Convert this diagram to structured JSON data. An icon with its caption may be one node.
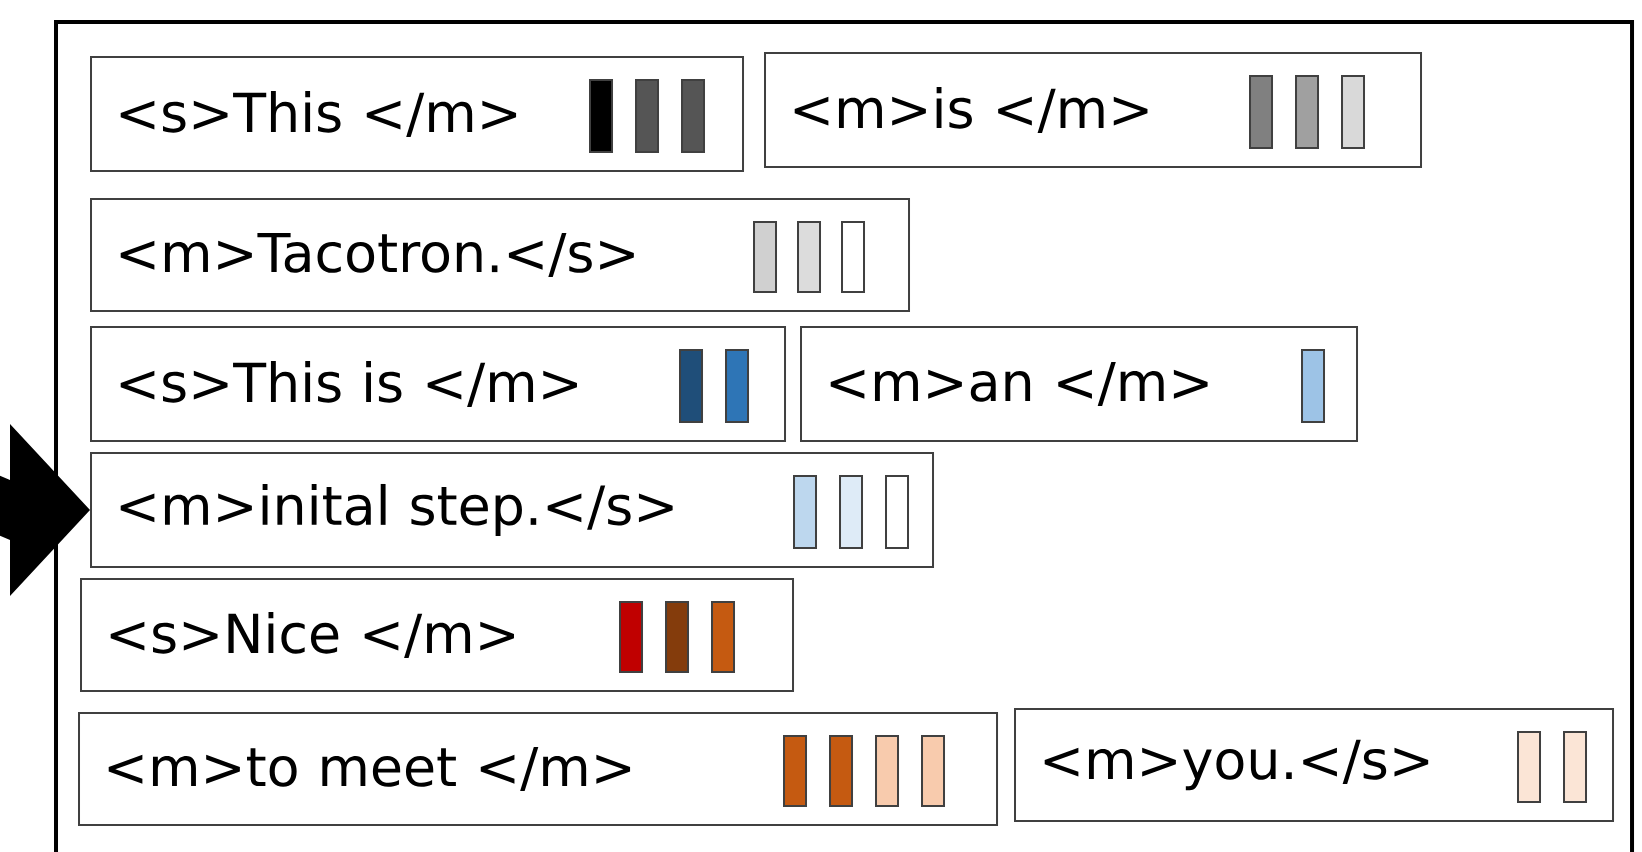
{
  "diagram": {
    "nodes": [
      {
        "text": [],
        "shape": "box"
      },
      {
        "text": [
          "<s>This </m>"
        ],
        "in": 0
      },
      {
        "text": [
          "<m>is </m>"
        ],
        "in": 0
      },
      {
        "text": [
          "<m>Tacotron.</s>"
        ],
        "in": 0
      },
      {
        "text": [
          "<s>This is </m>"
        ],
        "in": 0
      },
      {
        "text": [
          "<m>an </m>"
        ],
        "in": 0
      },
      {
        "text": [
          "<m>inital step.</s>"
        ],
        "in": 0
      },
      {
        "text": [
          "<s>Nice </m>"
        ],
        "in": 0
      },
      {
        "text": [
          "<m>to meet </m>"
        ],
        "in": 0
      },
      {
        "text": [
          "<m>you.</s>"
        ],
        "in": 0
      }
    ],
    "edges": [
      {
        "from": null,
        "to": 6,
        "arrow": "to"
      }
    ]
  }
}
